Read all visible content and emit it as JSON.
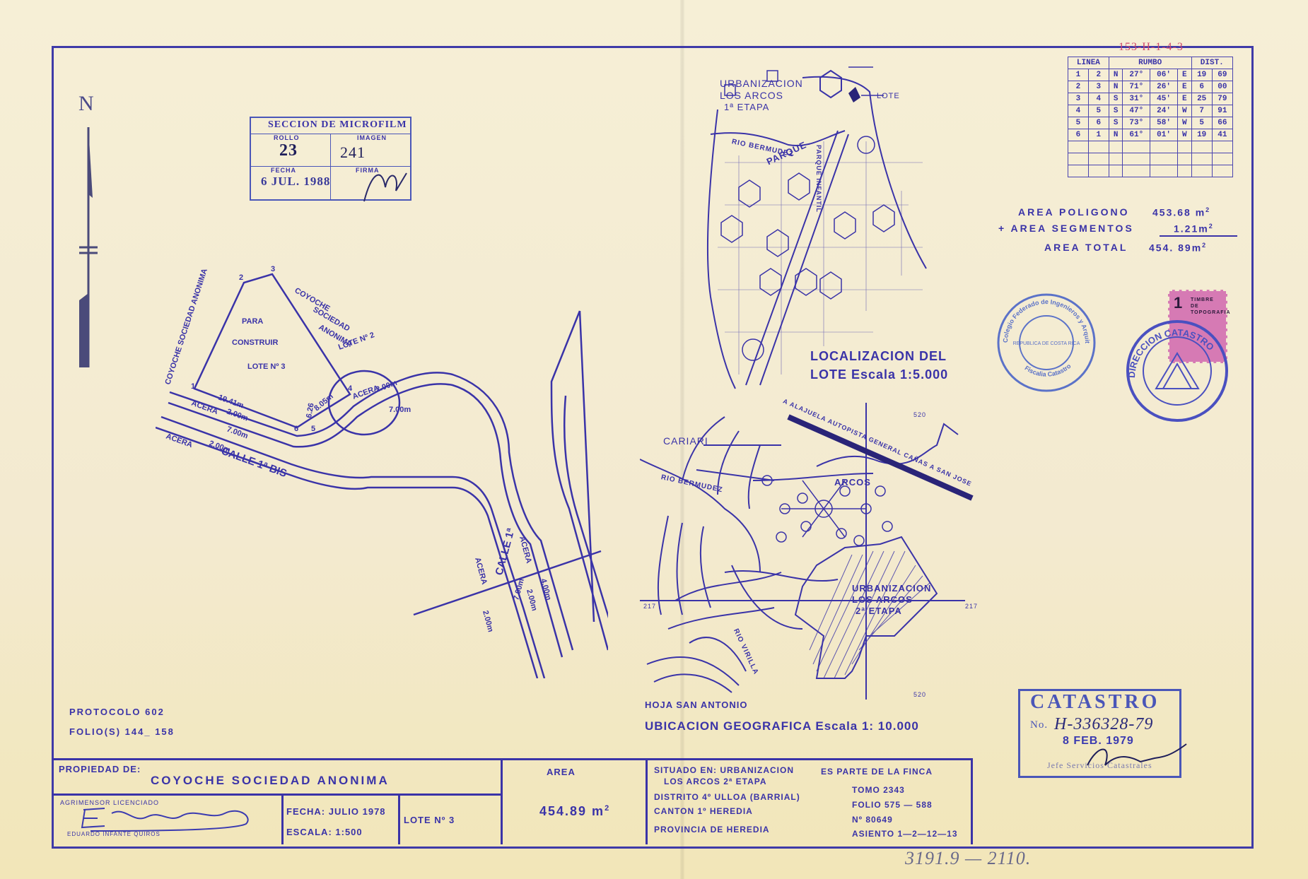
{
  "ref_code": "153-H-1-4-3",
  "north_label": "N",
  "microfilm_stamp": {
    "title": "SECCION DE MICROFILM",
    "rollo_label": "ROLLO",
    "rollo": "23",
    "imagen_label": "IMAGEN",
    "imagen": "241",
    "fecha_label": "FECHA",
    "fecha": "6 JUL. 1988",
    "firma_label": "FIRMA"
  },
  "survey_table": {
    "headers": [
      "LINEA",
      "RUMBO",
      "DIST."
    ],
    "rows": [
      {
        "from": "1",
        "to": "2",
        "ns": "N",
        "deg": "27°",
        "min": "06'",
        "ew": "E",
        "d1": "19",
        "d2": "69"
      },
      {
        "from": "2",
        "to": "3",
        "ns": "N",
        "deg": "71°",
        "min": "26'",
        "ew": "E",
        "d1": "6",
        "d2": "00"
      },
      {
        "from": "3",
        "to": "4",
        "ns": "S",
        "deg": "31°",
        "min": "45'",
        "ew": "E",
        "d1": "25",
        "d2": "79"
      },
      {
        "from": "4",
        "to": "5",
        "ns": "S",
        "deg": "47°",
        "min": "24'",
        "ew": "W",
        "d1": "7",
        "d2": "91"
      },
      {
        "from": "5",
        "to": "6",
        "ns": "S",
        "deg": "73°",
        "min": "58'",
        "ew": "W",
        "d1": "5",
        "d2": "66"
      },
      {
        "from": "6",
        "to": "1",
        "ns": "N",
        "deg": "61°",
        "min": "01'",
        "ew": "W",
        "d1": "19",
        "d2": "41"
      }
    ],
    "empty_rows": 3
  },
  "areas": {
    "poligono_label": "AREA POLIGONO",
    "poligono_value": "453.68 m",
    "segmentos_label": "+ AREA SEGMENTOS",
    "segmentos_value": "1.21m",
    "total_label": "AREA TOTAL",
    "total_value": "454. 89m",
    "sup": "2"
  },
  "localizacion": {
    "title_line1": "LOCALIZACION DEL",
    "title_line2": "LOTE Escala 1:5.000",
    "urb_line1": "URBANIZACION",
    "urb_line2": "LOS ARCOS",
    "urb_line3": "1ª ETAPA",
    "lote": "LOTE",
    "rio": "RIO BERMUDEZ",
    "parque": "PARQUE",
    "parque_infantil": "PARQUE INFANTIL"
  },
  "ubicacion": {
    "title": "UBICACION GEOGRAFICA Escala 1: 10.000",
    "hoja": "HOJA SAN ANTONIO",
    "cariari": "CARIARI",
    "arcos": "ARCOS",
    "rio_bermudez": "RIO BERMUDEZ",
    "rio_virilla": "RIO VIRILLA",
    "autopista": "A ALAJUELA  AUTOPISTA GENERAL CAÑAS  A SAN JOSE",
    "urb2_line1": "URBANIZACION",
    "urb2_line2": "LOS ARCOS",
    "urb2_line3": "2ª ETAPA",
    "grid_top": "520",
    "grid_bottom": "520",
    "grid_left": "217",
    "grid_right": "217"
  },
  "lot_plan": {
    "para": "PARA",
    "construir": "CONSTRUIR",
    "lote": "LOTE Nº 3",
    "left_owner": "COYOCHE SOCIEDAD ANONIMA",
    "right_owner_1": "COYOCHE",
    "right_owner_2": "SOCIEDAD",
    "right_owner_3": "ANONIMA",
    "right_lote": "LOTE Nº 2",
    "calle_bis": "CALLE 1ª BIS",
    "calle": "CALLE 1ª",
    "acera": "ACERA",
    "d_1941": "19.41m",
    "d_200": "2.00m",
    "d_700": "7.00m",
    "d_805": "8.05m",
    "d_626": "6.26",
    "d_400": "4.00m",
    "pt1": "1",
    "pt2": "2",
    "pt3": "3",
    "pt4": "4",
    "pt5": "5",
    "pt6": "6"
  },
  "protocolo": "PROTOCOLO 602",
  "folios": "FOLIO(S)  144_ 158",
  "title_block": {
    "propiedad_label": "PROPIEDAD DE:",
    "propietario": "COYOCHE SOCIEDAD ANONIMA",
    "agrimensor_label": "AGRIMENSOR    LICENCIADO",
    "agrimensor_name": "EDUARDO   INFANTE   QUIROS",
    "fecha": "FECHA: JULIO 1978",
    "escala": "ESCALA: 1:500",
    "lote": "LOTE Nº 3",
    "area_label": "AREA",
    "area_value": "454.89 m",
    "area_sup": "2",
    "situado_1": "SITUADO EN: URBANIZACION",
    "situado_2": "LOS ARCOS 2ª ETAPA",
    "distrito": "DISTRITO 4º ULLOA (BARRIAL)",
    "canton": "CANTON   1º HEREDIA",
    "provincia": "PROVINCIA DE HEREDIA",
    "finca_label": "ES PARTE DE LA FINCA",
    "tomo": "TOMO 2343",
    "folio": "FOLIO 575 — 588",
    "numero": "Nº   80649",
    "asiento": "ASIENTO 1—2—12—13"
  },
  "catastro_stamp": {
    "title": "CATASTRO",
    "no_label": "No.",
    "number": "H-336328-79",
    "date": "8 FEB. 1979",
    "footer": "Jefe Servicios Catastrales"
  },
  "seal_round": {
    "outer": "Colegio Federado de Ingenieros y Arquitectos",
    "inner": "REPUBLICA DE COSTA RICA",
    "bottom": "Fiscalia Catastro"
  },
  "seal_direccion": "DIRECCION CATASTRO",
  "timbre": {
    "number": "1",
    "label": "TIMBRE DE TOPOGRAFIA"
  },
  "bottom_note": "3191.9 — 2110."
}
